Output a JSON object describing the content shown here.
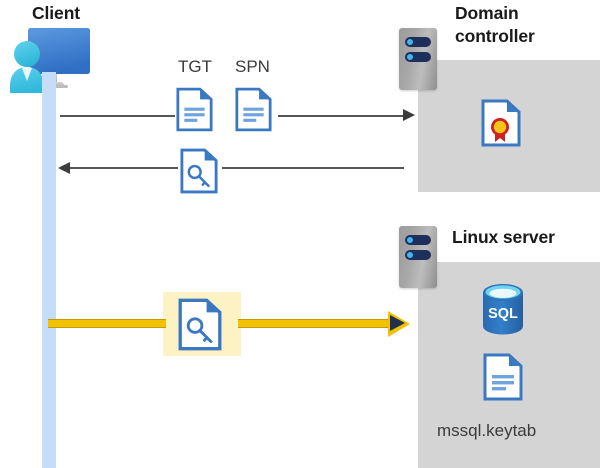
{
  "diagram": {
    "title": "Kerberos authentication flow between client, domain controller and Linux server",
    "background": "#ffffff"
  },
  "colors": {
    "panel_gray": "#d4d4d4",
    "lifeline_blue": "#c6ddfa",
    "doc_blue": "#3a78c2",
    "doc_line_blue": "#6fa3dd",
    "highlight_yellow": "#fdf2c4",
    "gold_arrow": "#f2c200",
    "arrow_gray": "#555555",
    "navy_arrowhead": "#22304f",
    "sql_blue": "#2e72b8",
    "heading_text": "#1a1a1a",
    "label_text": "#3b3b3b",
    "cert_medallion": "#f5c518",
    "cert_ribbon": "#cc2222",
    "server_led": "#41b6ea",
    "server_bar": "#1f2f5c"
  },
  "actors": {
    "client": {
      "label": "Client",
      "icon": "user-with-monitor-icon"
    },
    "domain_controller": {
      "label_line1": "Domain",
      "label_line2": "controller",
      "icon": "server-tower-icon",
      "contents": [
        {
          "name": "certificate-document-icon",
          "label": ""
        }
      ]
    },
    "linux_server": {
      "label": "Linux server",
      "icon": "server-tower-icon",
      "contents": [
        {
          "name": "sql-database-icon",
          "label": "SQL"
        },
        {
          "name": "keytab-document-icon",
          "label": "mssql.keytab"
        }
      ]
    }
  },
  "messages": [
    {
      "id": "request",
      "direction": "right",
      "from": "client",
      "to": "domain_controller",
      "labels": [
        "TGT",
        "SPN"
      ],
      "icons": [
        "document-icon",
        "document-icon"
      ],
      "style": "thin-gray"
    },
    {
      "id": "response",
      "direction": "left",
      "from": "domain_controller",
      "to": "client",
      "labels": [],
      "icons": [
        "key-document-icon"
      ],
      "style": "thin-gray"
    },
    {
      "id": "service-ticket",
      "direction": "right",
      "from": "client",
      "to": "linux_server",
      "labels": [],
      "icons": [
        "key-document-icon"
      ],
      "style": "highlighted-gold"
    }
  ],
  "labels": {
    "tgt": "TGT",
    "spn": "SPN",
    "client": "Client",
    "domain_controller_line1": "Domain",
    "domain_controller_line2": "controller",
    "linux_server": "Linux server",
    "keytab_file": "mssql.keytab",
    "sql": "SQL"
  }
}
